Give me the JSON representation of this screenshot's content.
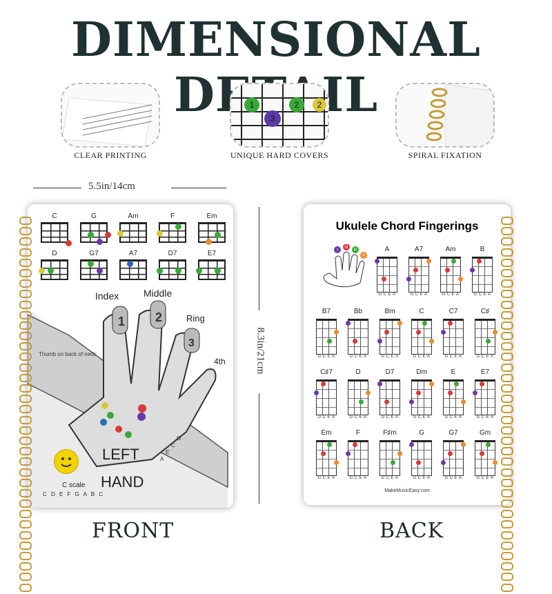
{
  "title": "DIMENSIONAL DETAIL",
  "features": [
    {
      "label": "CLEAR PRINTING",
      "icon": "paper-lines-icon"
    },
    {
      "label": "UNIQUE HARD COVERS",
      "icon": "fretboard-dots-icon",
      "dots": [
        "1",
        "3",
        "2",
        "2"
      ]
    },
    {
      "label": "SPIRAL FIXATION",
      "icon": "spiral-binding-icon"
    }
  ],
  "dimensions": {
    "width": "5.5in/14cm",
    "height": "8.3in/21cm"
  },
  "front": {
    "label": "FRONT",
    "chords_row1": [
      "C",
      "G",
      "Am",
      "F",
      "Em"
    ],
    "chords_row2": [
      "D",
      "G7",
      "A7",
      "D7",
      "E7"
    ],
    "finger_labels": {
      "index": "Index",
      "middle": "Middle",
      "ring": "Ring",
      "fourth": "4th"
    },
    "finger_numbers": [
      "1",
      "2",
      "3"
    ],
    "thumb_note": "Thumb on back of neck",
    "hand_text_line1": "LEFT",
    "hand_text_line2": "HAND",
    "scale_label": "C scale",
    "scale_notes": "C D E F G A B C",
    "fret_notes": [
      "G",
      "C",
      "E",
      "A"
    ]
  },
  "back": {
    "label": "BACK",
    "heading": "Ukulele Chord Fingerings",
    "finger_letters": [
      "I",
      "M",
      "R",
      "P"
    ],
    "rows": [
      [
        "A",
        "A7",
        "Am",
        "B"
      ],
      [
        "B7",
        "Bb",
        "Bm",
        "C",
        "C7",
        "C♯"
      ],
      [
        "C♯7",
        "D",
        "D7",
        "Dm",
        "E",
        "E7"
      ],
      [
        "Em",
        "F",
        "F♯m",
        "G",
        "G7",
        "Gm"
      ]
    ],
    "string_names": "GCEA",
    "footer": "MakeMusicEasy.com"
  },
  "colors": {
    "title": "#1f3130",
    "spiral": "#c59a3a",
    "index": "#6a3aa8",
    "middle": "#d83a3a",
    "ring": "#3aa83a",
    "pinky": "#f08a2a",
    "heading": "#1d4f9c"
  }
}
